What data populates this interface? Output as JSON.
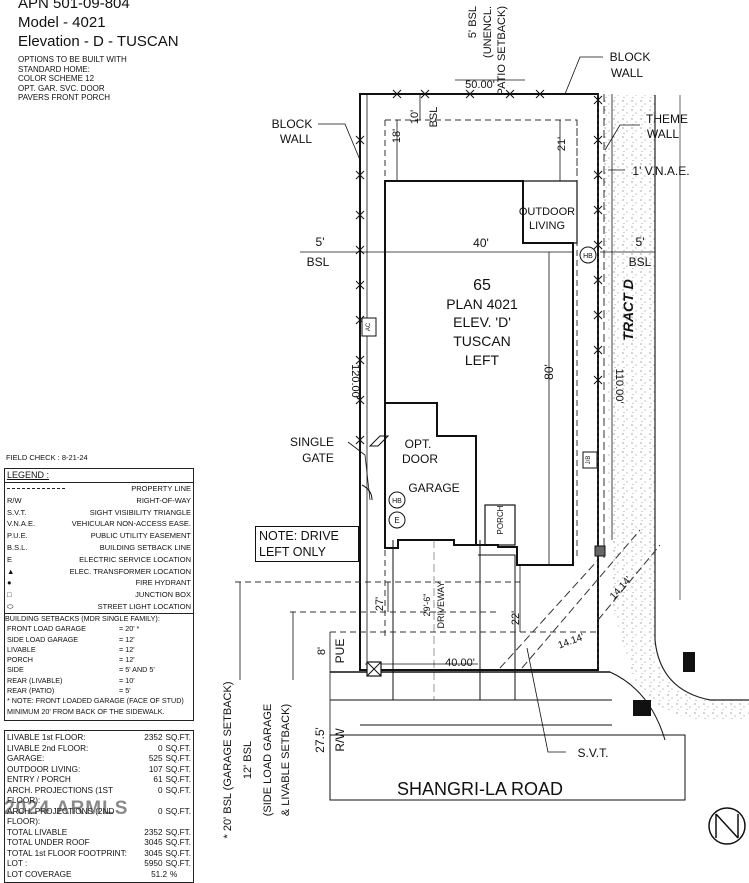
{
  "header": {
    "apn": "APN 501-09-804",
    "model": "Model - 4021",
    "elevation": "Elevation - D - TUSCAN",
    "options": [
      "OPTIONS TO BE BUILT WITH",
      "STANDARD HOME:",
      "COLOR SCHEME 12",
      "OPT. GAR. SVC. DOOR",
      "PAVERS FRONT PORCH"
    ]
  },
  "field_check": "FIELD CHECK : 8-21-24",
  "legend": {
    "title": "LEGEND :",
    "items": [
      {
        "symbol": "dash-line",
        "abbr": "",
        "label": "PROPERTY LINE"
      },
      {
        "symbol": "",
        "abbr": "R/W",
        "label": "RIGHT-OF-WAY"
      },
      {
        "symbol": "",
        "abbr": "S.V.T.",
        "label": "SIGHT VISIBILITY TRIANGLE"
      },
      {
        "symbol": "",
        "abbr": "V.N.A.E.",
        "label": "VEHICULAR NON-ACCESS EASE."
      },
      {
        "symbol": "",
        "abbr": "P.U.E.",
        "label": "PUBLIC UTILITY EASEMENT"
      },
      {
        "symbol": "",
        "abbr": "B.S.L.",
        "label": "BUILDING SETBACK LINE"
      },
      {
        "symbol": "circle-e-icon",
        "abbr": "E",
        "label": "ELECTRIC SERVICE LOCATION"
      },
      {
        "symbol": "transformer-icon",
        "abbr": "",
        "label": "ELEC. TRANSFORMER LOCATION"
      },
      {
        "symbol": "hydrant-icon",
        "abbr": "",
        "label": "FIRE HYDRANT"
      },
      {
        "symbol": "junction-box-icon",
        "abbr": "",
        "label": "JUNCTION BOX"
      },
      {
        "symbol": "street-light-icon",
        "abbr": "",
        "label": "STREET LIGHT LOCATION"
      }
    ]
  },
  "setbacks": {
    "title": "BUILDING SETBACKS (MDR SINGLE FAMILY):",
    "rows": [
      {
        "k": "FRONT LOAD GARAGE",
        "v": "= 20' *"
      },
      {
        "k": "SIDE LOAD GARAGE",
        "v": "= 12'"
      },
      {
        "k": "LIVABLE",
        "v": "= 12'"
      },
      {
        "k": "PORCH",
        "v": "= 12'"
      },
      {
        "k": "SIDE",
        "v": "= 5' AND 5'"
      },
      {
        "k": "REAR (LIVABLE)",
        "v": "= 10'"
      },
      {
        "k": "REAR (PATIO)",
        "v": "= 5'"
      }
    ],
    "note": "* NOTE: FRONT LOADED GARAGE (FACE OF STUD) MINIMUM 20' FROM BACK OF THE SIDEWALK."
  },
  "areas": [
    {
      "k": "LIVABLE 1st FLOOR:",
      "v": "2352",
      "u": "SQ.FT."
    },
    {
      "k": "LIVABLE 2nd FLOOR:",
      "v": "0",
      "u": "SQ.FT."
    },
    {
      "k": "GARAGE:",
      "v": "525",
      "u": "SQ.FT."
    },
    {
      "k": "OUTDOOR LIVING:",
      "v": "107",
      "u": "SQ.FT."
    },
    {
      "k": "ENTRY / PORCH",
      "v": "61",
      "u": "SQ.FT."
    },
    {
      "k": "ARCH. PROJECTIONS (1ST FLOOR):",
      "v": "0",
      "u": "SQ.FT."
    },
    {
      "k": "ARCH. PROJECTIONS (2ND FLOOR):",
      "v": "0",
      "u": "SQ.FT."
    },
    {
      "k": "TOTAL LIVABLE",
      "v": "2352",
      "u": "SQ.FT."
    },
    {
      "k": "TOTAL UNDER ROOF",
      "v": "3045",
      "u": "SQ.FT."
    },
    {
      "k": "TOTAL 1st FLOOR FOOTPRINT:",
      "v": "3045",
      "u": "SQ.FT."
    },
    {
      "k": "LOT :",
      "v": "5950",
      "u": "SQ.FT."
    },
    {
      "k": "LOT COVERAGE",
      "v": "51.2",
      "u": "%"
    }
  ],
  "watermark": "2024 ARMLS",
  "plan": {
    "lot_number": "65",
    "plan_label": "PLAN 4021",
    "elev_label": "ELEV. 'D'",
    "style_label": "TUSCAN",
    "hand_label": "LEFT",
    "block_wall_left": [
      "BLOCK",
      "WALL"
    ],
    "block_wall_right": [
      "BLOCK",
      "WALL"
    ],
    "theme_wall": [
      "THEME",
      "WALL"
    ],
    "vnae": "1' V.N.A.E.",
    "patio_setback": [
      "5' BSL",
      "(UNENCL.",
      "PATIO SETBACK)"
    ],
    "rear_width": "50.00'",
    "front_width": "40.00'",
    "rear_setback": "10'",
    "rear_bsl": "BSL",
    "rear_18": "18'",
    "rear_21": "21'",
    "outdoor_living": [
      "OUTDOOR",
      "LIVING"
    ],
    "left_side": "5'",
    "left_bsl": "BSL",
    "right_side": "5'",
    "right_bsl": "BSL",
    "house_width": "40'",
    "house_depth": "80'",
    "lot_depth": "120.00'",
    "tract_depth": "110.00'",
    "tract": "TRACT D",
    "hb_top": "HB",
    "hb_garage": "HB",
    "e_meter": "E",
    "ac": "AC",
    "jb": "J/B",
    "single_gate": [
      "SINGLE",
      "GATE"
    ],
    "opt_door": [
      "OPT.",
      "DOOR"
    ],
    "garage": "GARAGE",
    "porch": "PORCH",
    "driveway": "DRIVEWAY",
    "driveway_width": "29'-6\"",
    "dim_27": "27'",
    "dim_22": "22'",
    "pue_dim": "8'",
    "pue": "PUE",
    "rw_dim": "27.5'",
    "rw": "R/W",
    "svt_1": "14.14'",
    "svt_2": "14.14'",
    "svt": "S.V.T.",
    "note": [
      "NOTE: DRIVE",
      "LEFT ONLY"
    ],
    "garage_setback": "* 20' BSL (GARAGE SETBACK)",
    "side_load_1": "12' BSL",
    "side_load_2": "(SIDE LOAD GARAGE",
    "side_load_3": "& LIVABLE SETBACK)",
    "road": "SHANGRI-LA ROAD",
    "north": "N"
  }
}
